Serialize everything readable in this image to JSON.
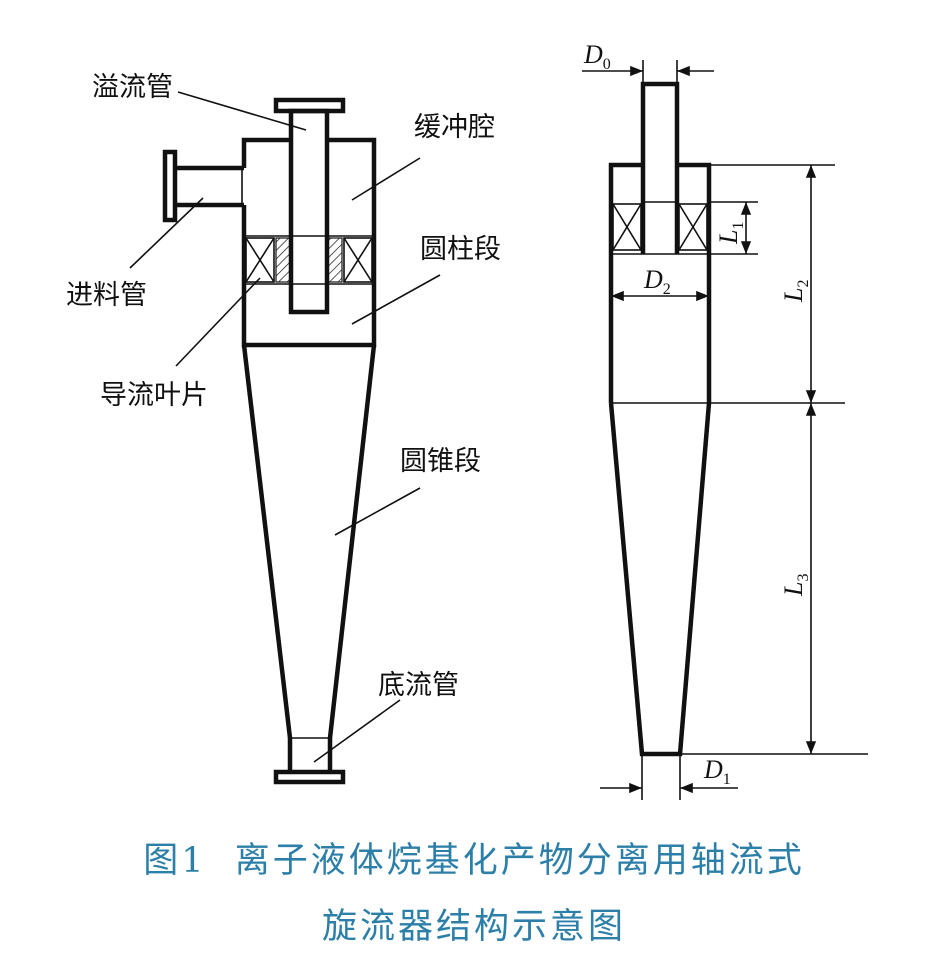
{
  "labels": {
    "overflow_pipe": "溢流管",
    "buffer_chamber": "缓冲腔",
    "feed_pipe": "进料管",
    "cylinder_section": "圆柱段",
    "guide_vanes": "导流叶片",
    "cone_section": "圆锥段",
    "underflow_pipe": "底流管"
  },
  "dimensions": {
    "D0": {
      "letter": "D",
      "sub": "0"
    },
    "D1": {
      "letter": "D",
      "sub": "1"
    },
    "D2": {
      "letter": "D",
      "sub": "2"
    },
    "L1": {
      "letter": "L",
      "sub": "1"
    },
    "L2": {
      "letter": "L",
      "sub": "2"
    },
    "L3": {
      "letter": "L",
      "sub": "3"
    }
  },
  "caption": {
    "line1": "图1  离子液体烷基化产物分离用轴流式",
    "line2": "旋流器结构示意图"
  },
  "colors": {
    "caption": "#2c7fa8",
    "lines": "#111111"
  }
}
